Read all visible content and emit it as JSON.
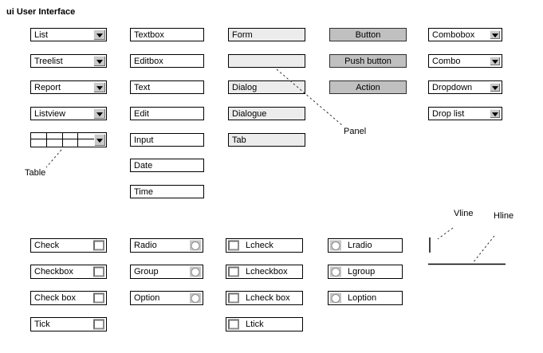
{
  "title": "ui User Interface",
  "palette": {
    "droplists": [
      "List",
      "Treelist",
      "Report",
      "Listview"
    ],
    "textboxes": [
      "Textbox",
      "Editbox",
      "Text",
      "Edit",
      "Input",
      "Date",
      "Time"
    ],
    "panels": [
      "Form",
      "",
      "Dialog",
      "Dialogue",
      "Tab"
    ],
    "buttons": [
      "Button",
      "Push button",
      "Action"
    ],
    "combos": [
      "Combobox",
      "Combo",
      "Dropdown",
      "Drop list"
    ],
    "checks": [
      "Check",
      "Checkbox",
      "Check box",
      "Tick"
    ],
    "radios": [
      "Radio",
      "Group",
      "Option"
    ],
    "lchecks": [
      "Lcheck",
      "Lcheckbox",
      "Lcheck box",
      "Ltick"
    ],
    "lradios": [
      "Lradio",
      "Lgroup",
      "Loption"
    ],
    "annotations": {
      "table": "Table",
      "panel": "Panel",
      "vline": "Vline",
      "hline": "Hline"
    }
  },
  "colors": {
    "panel_fill": "#ececec",
    "button_fill": "#c0c0c0",
    "control_face": "#c9c9c9",
    "border": "#000000",
    "background": "#ffffff"
  }
}
